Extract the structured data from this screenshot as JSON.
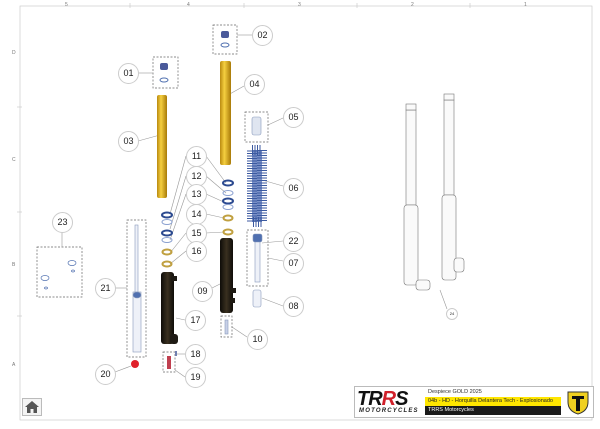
{
  "frame": {
    "columns": [
      "5",
      "4",
      "3",
      "2",
      "1"
    ],
    "rows": [
      "D",
      "C",
      "B",
      "A"
    ]
  },
  "callouts": {
    "p01": "01",
    "p02": "02",
    "p03": "03",
    "p04": "04",
    "p05": "05",
    "p06": "06",
    "p07": "07",
    "p08": "08",
    "p09": "09",
    "p10": "10",
    "p11": "11",
    "p12": "12",
    "p13": "13",
    "p14": "14",
    "p15": "15",
    "p16": "16",
    "p17": "17",
    "p18": "18",
    "p19": "19",
    "p20": "20",
    "p21": "21",
    "p22": "22",
    "p23": "23",
    "p24": "24"
  },
  "title_block": {
    "logo_main": "TRRS",
    "logo_sub": "MOTORCYCLES",
    "subtitle": "Despiece GOLD 2025",
    "title": "04b - HD - Horquilla Delantera Tech - Explosionado",
    "company": "TRRS Motorcycles"
  },
  "colors": {
    "gold": "#e0b020",
    "black": "#1e1a14",
    "blue": "#3c5aa0",
    "red": "#e0202a",
    "yellow": "#ffe600"
  },
  "home_button": "home-icon"
}
